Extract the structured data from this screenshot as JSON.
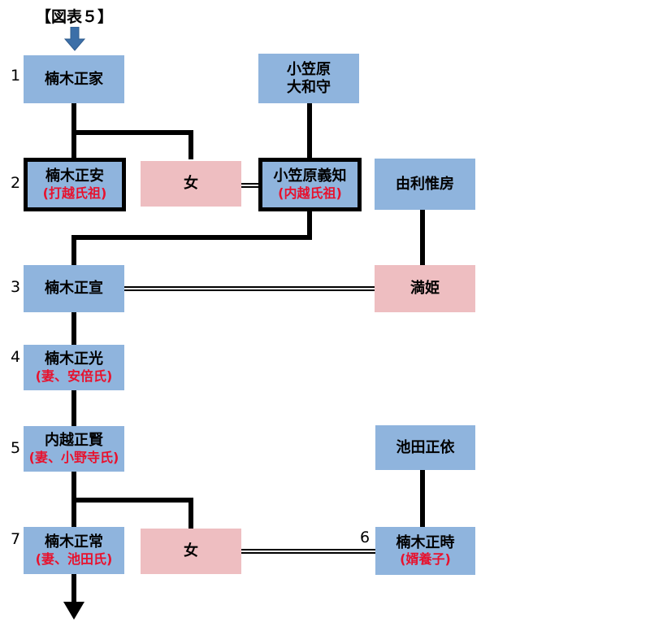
{
  "figure": {
    "title": "【図表５】",
    "title_arrow_icon": "down-arrow-icon",
    "bottom_arrow_icon": "down-arrow-icon",
    "colors": {
      "male_box": "#8FB4DD",
      "female_box": "#EEBEC1",
      "line": "#000000",
      "annotation_text": "#E8112D",
      "title_arrow": "#3C6FA8"
    }
  },
  "generation_numbers": [
    {
      "id": "gen-1",
      "label": "1"
    },
    {
      "id": "gen-2",
      "label": "2"
    },
    {
      "id": "gen-3",
      "label": "3"
    },
    {
      "id": "gen-4",
      "label": "4"
    },
    {
      "id": "gen-5",
      "label": "5"
    },
    {
      "id": "gen-6",
      "label": "6"
    },
    {
      "id": "gen-7",
      "label": "7"
    }
  ],
  "nodes": [
    {
      "id": "kusunoki-masaie",
      "name": "楠木正家",
      "note": "",
      "type": "male",
      "framed": false
    },
    {
      "id": "ogasawara-yamatonokami",
      "name_line1": "小笠原",
      "name_line2": "大和守",
      "note": "",
      "type": "male",
      "framed": false
    },
    {
      "id": "kusunoki-masayasu",
      "name": "楠木正安",
      "note": "(打越氏祖)",
      "type": "male",
      "framed": true
    },
    {
      "id": "daughter-1",
      "name": "女",
      "note": "",
      "type": "female",
      "framed": false
    },
    {
      "id": "ogasawara-yoshitomo",
      "name": "小笠原義知",
      "note": "(内越氏祖)",
      "type": "male",
      "framed": true
    },
    {
      "id": "yuri-korefusa",
      "name": "由利惟房",
      "note": "",
      "type": "male",
      "framed": false
    },
    {
      "id": "kusunoki-masanobu",
      "name": "楠木正宣",
      "note": "",
      "type": "male",
      "framed": false
    },
    {
      "id": "mitsuhime",
      "name": "満姫",
      "note": "",
      "type": "female",
      "framed": false
    },
    {
      "id": "kusunoki-masamitsu",
      "name": "楠木正光",
      "note": "(妻、安倍氏)",
      "type": "male",
      "framed": false
    },
    {
      "id": "uchikoshi-masakata",
      "name": "内越正賢",
      "note": "(妻、小野寺氏)",
      "type": "male",
      "framed": false
    },
    {
      "id": "ikeda-masayori",
      "name": "池田正依",
      "note": "",
      "type": "male",
      "framed": false
    },
    {
      "id": "kusunoki-masatsune",
      "name": "楠木正常",
      "note": "(妻、池田氏)",
      "type": "male",
      "framed": false
    },
    {
      "id": "daughter-2",
      "name": "女",
      "note": "",
      "type": "female",
      "framed": false
    },
    {
      "id": "kusunoki-masatoki",
      "name": "楠木正時",
      "note": "(婿養子)",
      "type": "male",
      "framed": false
    }
  ]
}
